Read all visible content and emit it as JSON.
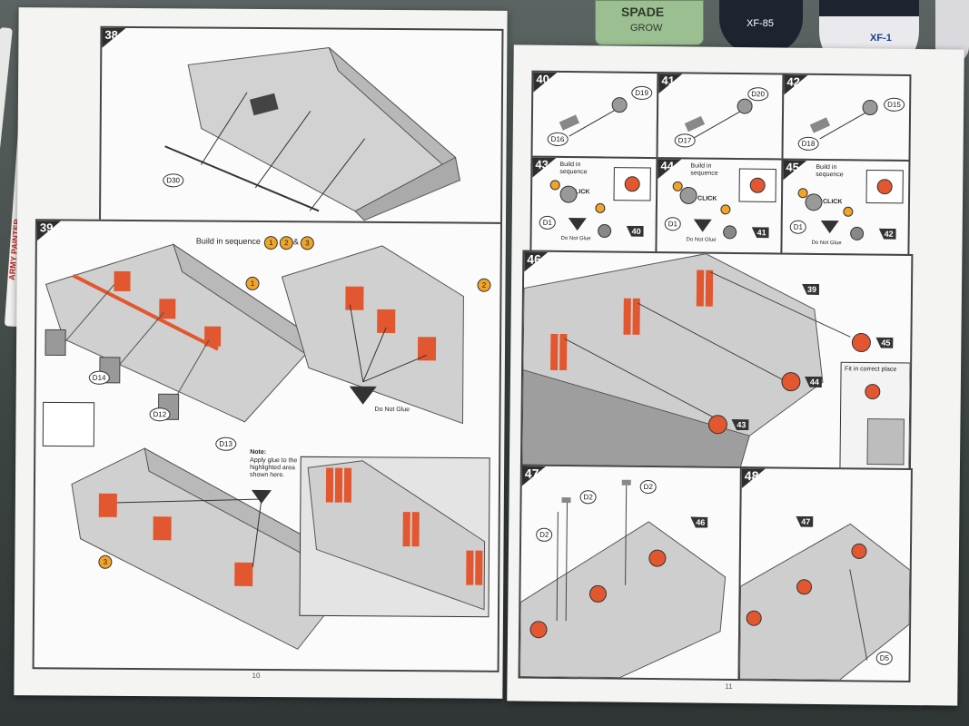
{
  "left_page": {
    "page_number": "10",
    "steps": {
      "s38": {
        "number": "38",
        "parts": [
          "D30"
        ]
      },
      "s39": {
        "number": "39",
        "sequence_label": "Build in sequence",
        "sequence_numbers": [
          "1",
          "2",
          "3"
        ],
        "sequence_amp": "&",
        "sub_numbers": [
          "1",
          "2",
          "3"
        ],
        "parts": [
          "D14",
          "D12",
          "D13"
        ],
        "do_not_glue": "Do Not Glue",
        "note_title": "Note:",
        "note_text": "Apply glue to the highlighted area shown here."
      }
    }
  },
  "right_page": {
    "page_number": "11",
    "steps": {
      "s40": {
        "number": "40",
        "parts": [
          "D19",
          "D16"
        ]
      },
      "s41": {
        "number": "41",
        "parts": [
          "D20",
          "D17"
        ]
      },
      "s42": {
        "number": "42",
        "parts": [
          "D15",
          "D18"
        ]
      },
      "s43": {
        "number": "43",
        "sequence_label": "Build in sequence",
        "click": "CLICK",
        "parts": [
          "D1"
        ],
        "ref": "40",
        "do_not_glue": "Do Not Glue"
      },
      "s44": {
        "number": "44",
        "sequence_label": "Build in sequence",
        "click": "CLICK",
        "parts": [
          "D1"
        ],
        "ref": "41",
        "do_not_glue": "Do Not Glue"
      },
      "s45": {
        "number": "45",
        "sequence_label": "Build in sequence",
        "click": "CLICK",
        "parts": [
          "D1"
        ],
        "ref": "42",
        "do_not_glue": "Do Not Glue"
      },
      "s46": {
        "number": "46",
        "refs": [
          "39",
          "45",
          "44",
          "43"
        ],
        "fit_label": "Fit in correct place"
      },
      "s47": {
        "number": "47",
        "parts": [
          "D2",
          "D2",
          "D2"
        ],
        "ref": "46"
      },
      "s48": {
        "number": "48",
        "parts": [
          "D5"
        ],
        "ref": "47"
      }
    }
  },
  "paint_jars": {
    "jar1_label": "SPADE",
    "jar1_sub": "GROW",
    "jar2_code": "XF-85",
    "jar3_code": "XF-1"
  },
  "brush_label": "ARMY PAINTER",
  "colors": {
    "orange": "#f0a428",
    "highlight": "#e2572f",
    "mat": "#3e4544"
  }
}
